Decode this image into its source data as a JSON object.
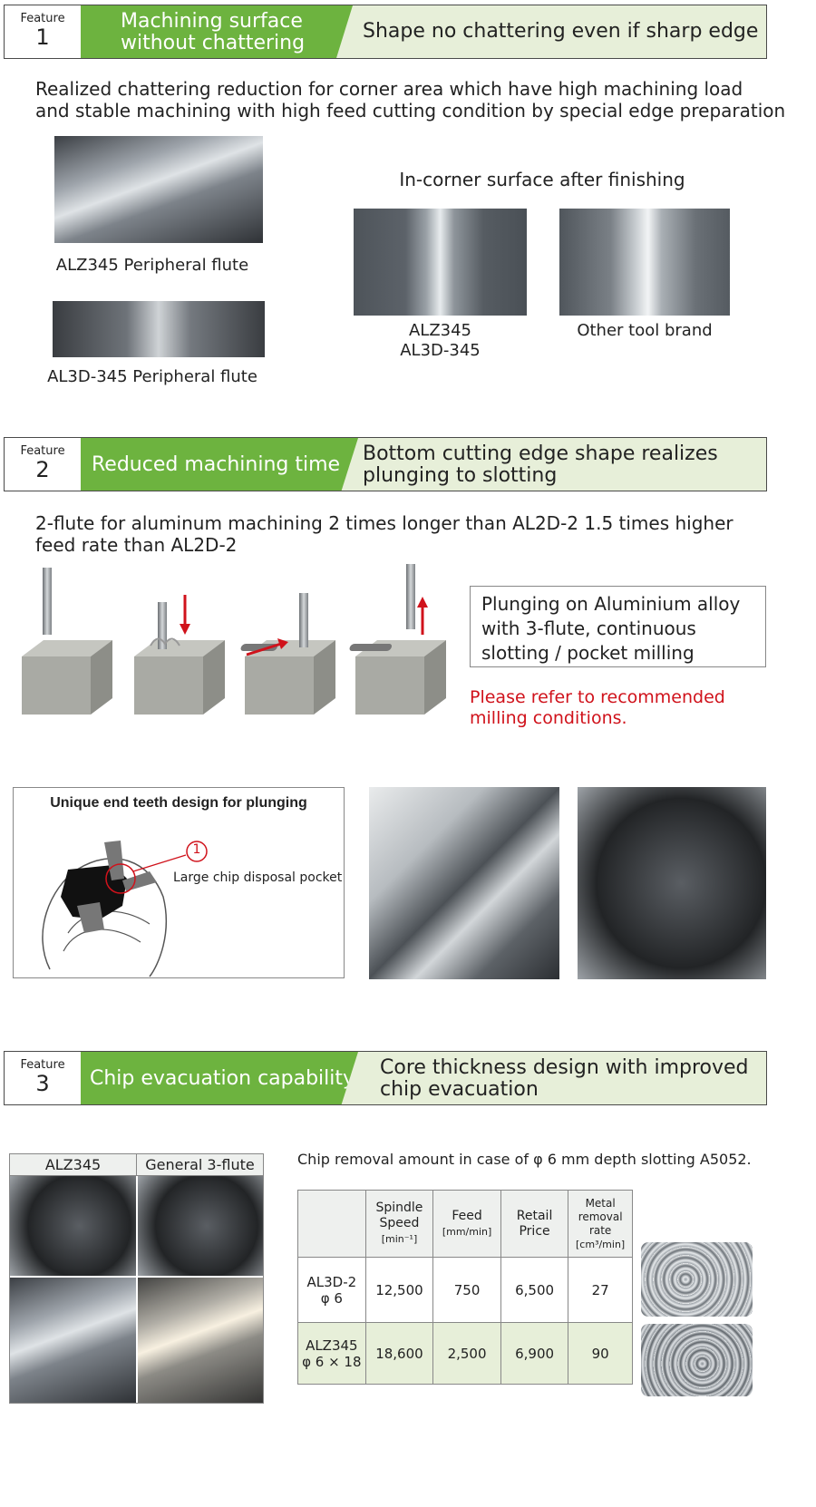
{
  "feature1": {
    "label": "Feature",
    "number": "1",
    "title_line1": "Machining surface",
    "title_line2": "without chattering",
    "description": "Shape  no chattering even if sharp edge",
    "body_line1": "Realized chattering reduction for corner area which have high machining load",
    "body_line2": "and stable machining with high feed cutting condition by special edge preparation",
    "caption_alz": "ALZ345 Peripheral flute",
    "caption_al3d": "AL3D-345 Peripheral flute",
    "incorner_title": "In-corner surface after finishing",
    "caption_left_1": "ALZ345",
    "caption_left_2": "AL3D-345",
    "caption_right": "Other tool brand"
  },
  "feature2": {
    "label": "Feature",
    "number": "2",
    "title": "Reduced machining time",
    "description_line1": "Bottom cutting edge shape realizes",
    "description_line2": "plunging to slotting",
    "body_line1": "2-flute for aluminum machining  2 times longer than AL2D-2  1.5 times higher",
    "body_line2": "feed rate than AL2D-2",
    "box_line1": "Plunging on Aluminium alloy",
    "box_line2": "with 3-flute,  continuous",
    "box_line3": "slotting / pocket milling",
    "note_line1": "Please refer to recommended",
    "note_line2": "milling conditions.",
    "diagram_title": "Unique end teeth design for plunging",
    "diagram_marker": "1",
    "diagram_label": "Large chip disposal pocket"
  },
  "feature3": {
    "label": "Feature",
    "number": "3",
    "title": "Chip evacuation capability",
    "description_line1": "Core thickness design with improved",
    "description_line2": "chip evacuation",
    "col_left": "ALZ345",
    "col_right": "General 3-flute",
    "chip_title": "Chip removal amount in case of φ 6 mm depth slotting A5052.",
    "table": {
      "headers": [
        {
          "main": "Spindle Speed",
          "unit": "[min⁻¹]"
        },
        {
          "main": "Feed",
          "unit": "[mm/min]"
        },
        {
          "main": "Retail Price",
          "unit": ""
        },
        {
          "main": "Metal removal rate",
          "unit": "[cm³/min]"
        }
      ],
      "rows": [
        {
          "name1": "AL3D-2",
          "name2": "φ 6",
          "spindle": "12,500",
          "feed": "750",
          "price": "6,500",
          "mrr": "27"
        },
        {
          "name1": "ALZ345",
          "name2": "φ 6 × 18",
          "spindle": "18,600",
          "feed": "2,500",
          "price": "6,900",
          "mrr": "90"
        }
      ]
    }
  },
  "colors": {
    "green": "#6db33f",
    "light_green": "#e7efd9",
    "red": "#d0121b"
  }
}
